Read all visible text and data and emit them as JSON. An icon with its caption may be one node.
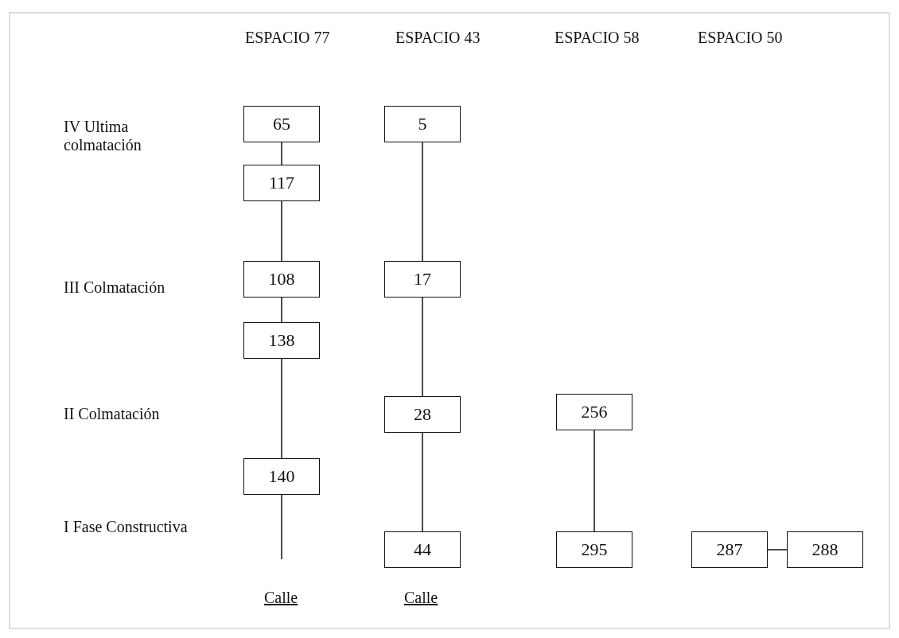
{
  "diagram": {
    "nodes": [
      {
        "text": [
          "65"
        ]
      },
      {
        "text": [
          "5"
        ]
      },
      {
        "text": [
          "117"
        ]
      },
      {
        "text": [
          "108"
        ]
      },
      {
        "text": [
          "17"
        ]
      },
      {
        "text": [
          "138"
        ]
      },
      {
        "text": [
          "28"
        ]
      },
      {
        "text": [
          "256"
        ]
      },
      {
        "text": [
          "140"
        ]
      },
      {
        "text": [
          "44"
        ]
      },
      {
        "text": [
          "295"
        ]
      },
      {
        "text": [
          "287"
        ]
      },
      {
        "text": [
          "288"
        ]
      }
    ],
    "edges": [
      {
        "from": 0,
        "to": 2,
        "arrow": "none"
      },
      {
        "from": 2,
        "to": 3,
        "arrow": "none"
      },
      {
        "from": 3,
        "to": 5,
        "arrow": "none"
      },
      {
        "from": 5,
        "to": 8,
        "arrow": "none"
      },
      {
        "from": 8,
        "to": null,
        "arrow": "none"
      },
      {
        "from": 1,
        "to": 4,
        "arrow": "none"
      },
      {
        "from": 4,
        "to": 6,
        "arrow": "none"
      },
      {
        "from": 6,
        "to": 9,
        "arrow": "none"
      },
      {
        "from": 7,
        "to": 10,
        "arrow": "none"
      },
      {
        "from": 11,
        "to": 12,
        "arrow": "none"
      }
    ],
    "labels": [
      "ESPACIO 77",
      "ESPACIO 43",
      "ESPACIO 58",
      "ESPACIO 50",
      "IV Ultima colmatación",
      "III Colmatación",
      "II Colmatación",
      "I Fase Constructiva",
      "Calle",
      "Calle"
    ]
  }
}
